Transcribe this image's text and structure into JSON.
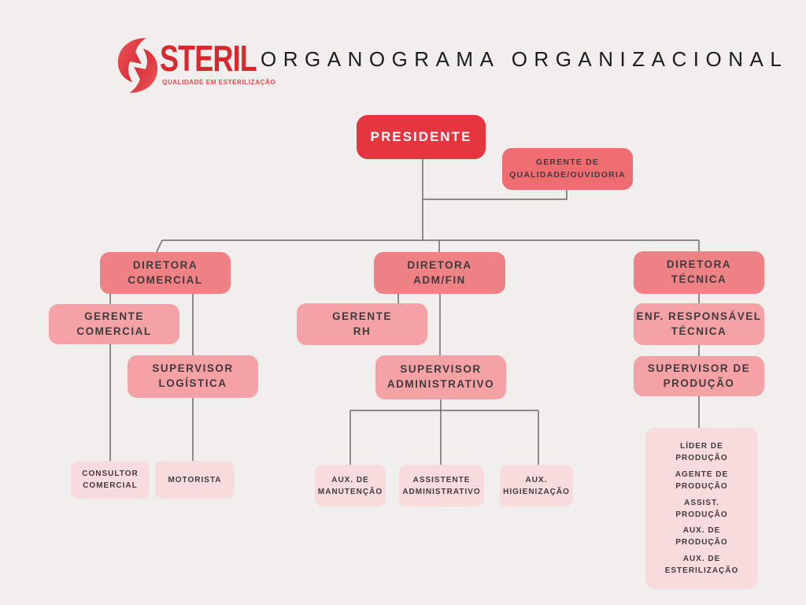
{
  "header": {
    "brand": "STERIL",
    "tagline": "QUALIDADE EM ESTERILIZAÇÃO",
    "title": "ORGANOGRAMA ORGANIZACIONAL"
  },
  "colors": {
    "president_red": "#e5353e",
    "quality_salmon": "#ef6d71",
    "director_coral": "#ef8285",
    "manager_pink": "#f5a2a6",
    "light_pink": "#f8dbdd",
    "background": "#f0efed",
    "connector_line": "#6a6a6a",
    "text_dark": "#413a3c",
    "brand_red": "#d7282f"
  },
  "org": {
    "presidente": {
      "label": "PRESIDENTE"
    },
    "gerente_qualidade": {
      "label": "GERENTE DE\nQUALIDADE/OUVIDORIA"
    },
    "diretora_comercial": {
      "label": "DIRETORA\nCOMERCIAL"
    },
    "diretora_adm_fin": {
      "label": "DIRETORA\nADM/FIN"
    },
    "diretora_tecnica": {
      "label": "DIRETORA\nTÉCNICA"
    },
    "gerente_comercial": {
      "label": "GERENTE\nCOMERCIAL"
    },
    "gerente_rh": {
      "label": "GERENTE\nRH"
    },
    "enf_responsavel": {
      "label": "ENF. RESPONSÁVEL\nTÉCNICA"
    },
    "supervisor_logistica": {
      "label": "SUPERVISOR\nLOGÍSTICA"
    },
    "supervisor_administrativo": {
      "label": "SUPERVISOR\nADMINISTRATIVO"
    },
    "supervisor_producao": {
      "label": "SUPERVISOR DE\nPRODUÇÃO"
    },
    "consultor_comercial": {
      "label": "CONSULTOR\nCOMERCIAL"
    },
    "motorista": {
      "label": "MOTORISTA"
    },
    "aux_manutencao": {
      "label": "AUX. DE\nMANUTENÇÃO"
    },
    "assistente_administrativo": {
      "label": "ASSISTENTE\nADMINISTRATIVO"
    },
    "aux_higienizacao": {
      "label": "AUX.\nHIGIENIZAÇÃO"
    },
    "equipe_producao": {
      "items": [
        "LÍDER DE\nPRODUÇÃO",
        "AGENTE DE\nPRODUÇÃO",
        "ASSIST.\nPRODUÇÃO",
        "AUX. DE\nPRODUÇÃO",
        "AUX. DE\nESTERILIZAÇÃO"
      ]
    }
  }
}
